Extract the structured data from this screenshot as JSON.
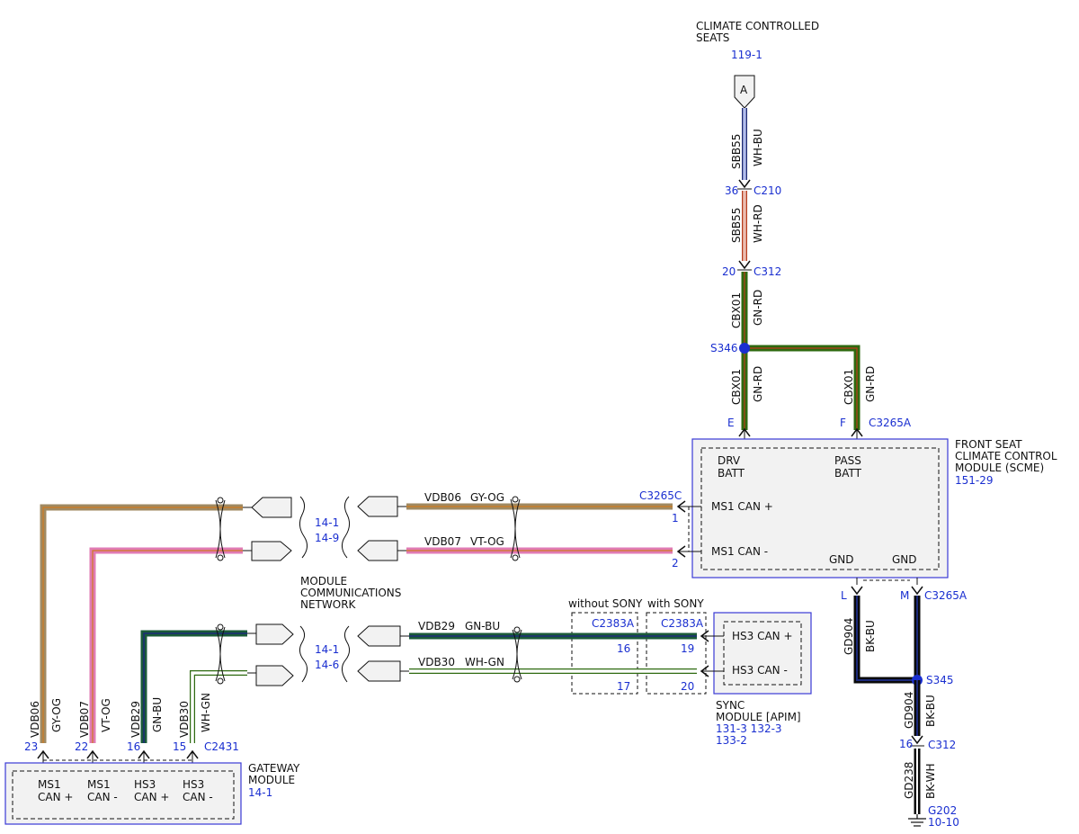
{
  "colors": {
    "ref_blue": "#1a2fd0",
    "module_border": "#3a3ad6",
    "module_fill": "#f2f2f2",
    "splice_dot": "#1a2fd0",
    "wire_GN": "#2e6a10",
    "wire_RD": "#b83c1c",
    "wire_GY": "#a08a62",
    "wire_OG": "#d07a20",
    "wire_VT": "#e07bb4",
    "wire_BU": "#1c2a7a",
    "wire_BK": "#0a0a0a",
    "wire_WH": "#ffffff",
    "wire_GN_BU": "#1a5a38"
  },
  "top_connector": {
    "title_line1": "CLIMATE CONTROLLED",
    "title_line2": "SEATS",
    "page_ref": "119-1",
    "letter": "A"
  },
  "vertical_feed": [
    {
      "circuit": "SBB55",
      "color": "WH-BU"
    },
    {
      "circuit": "SBB55",
      "color": "WH-RD"
    },
    {
      "circuit": "CBX01",
      "color": "GN-RD"
    },
    {
      "circuit": "CBX01",
      "color": "GN-RD"
    },
    {
      "circuit": "CBX01",
      "color": "GN-RD"
    }
  ],
  "connectors": {
    "c210": {
      "pin": "36",
      "name": "C210"
    },
    "c312_top": {
      "pin": "20",
      "name": "C312"
    },
    "c312_bottom": {
      "pin": "16",
      "name": "C312"
    },
    "c3265a_top": {
      "pin_e": "E",
      "pin_f": "F",
      "name": "C3265A"
    },
    "c3265a_bottom": {
      "pin_l": "L",
      "pin_m": "M",
      "name": "C3265A"
    },
    "c3265c": {
      "name": "C3265C",
      "pin1": "1",
      "pin2": "2"
    },
    "c2431": {
      "name": "C2431",
      "pins": [
        "23",
        "22",
        "16",
        "15"
      ]
    },
    "c2383a_a": {
      "name": "C2383A",
      "pin_top": "16",
      "pin_bottom": "17",
      "label": "without SONY"
    },
    "c2383a_b": {
      "name": "C2383A",
      "pin_top": "19",
      "pin_bottom": "20",
      "label": "with SONY"
    }
  },
  "splices": {
    "s346": "S346",
    "s345": "S345"
  },
  "scme_module": {
    "title_line1": "FRONT SEAT",
    "title_line2": "CLIMATE CONTROL",
    "title_line3": "MODULE (SCME)",
    "page_ref": "151-29",
    "drv_batt_1": "DRV",
    "drv_batt_2": "BATT",
    "pass_batt_1": "PASS",
    "pass_batt_2": "BATT",
    "ms1_can_plus": "MS1 CAN +",
    "ms1_can_minus": "MS1 CAN -",
    "gnd1": "GND",
    "gnd2": "GND"
  },
  "sync_module": {
    "hs3_can_plus": "HS3 CAN +",
    "hs3_can_minus": "HS3 CAN -",
    "title_line1": "SYNC",
    "title_line2": "MODULE [APIM]",
    "refs_line1": "131-3 132-3",
    "refs_line2": "133-2"
  },
  "gateway_module": {
    "title_line1": "GATEWAY",
    "title_line2": "MODULE",
    "page_ref": "14-1",
    "pins": [
      {
        "l1": "MS1",
        "l2": "CAN +"
      },
      {
        "l1": "MS1",
        "l2": "CAN -"
      },
      {
        "l1": "HS3",
        "l2": "CAN +"
      },
      {
        "l1": "HS3",
        "l2": "CAN -"
      }
    ]
  },
  "network": {
    "label_line1": "MODULE",
    "label_line2": "COMMUNICATIONS",
    "label_line3": "NETWORK",
    "ms_ref1": "14-1",
    "ms_ref2": "14-9",
    "hs_ref1": "14-1",
    "hs_ref2": "14-6"
  },
  "wires": {
    "vdb06": {
      "circuit": "VDB06",
      "color": "GY-OG"
    },
    "vdb07": {
      "circuit": "VDB07",
      "color": "VT-OG"
    },
    "vdb29": {
      "circuit": "VDB29",
      "color": "GN-BU"
    },
    "vdb30": {
      "circuit": "VDB30",
      "color": "WH-GN"
    },
    "gd904_a": {
      "circuit": "GD904",
      "color": "BK-BU"
    },
    "gd904_b": {
      "circuit": "GD904",
      "color": "BK-BU"
    },
    "gd238": {
      "circuit": "GD238",
      "color": "BK-WH"
    }
  },
  "ground": {
    "name": "G202",
    "page_ref": "10-10"
  }
}
